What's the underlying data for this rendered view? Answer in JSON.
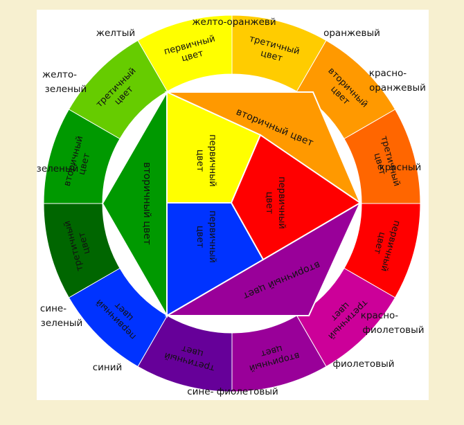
{
  "colors": {
    "yellow": "#ffff00",
    "yellow_orange": "#ffcc00",
    "orange": "#ff9900",
    "red_orange": "#ff6600",
    "red": "#ff0000",
    "red_violet": "#cc0099",
    "violet": "#990099",
    "blue_violet": "#660099",
    "blue": "#0033ff",
    "blue_green": "#006600",
    "green": "#009900",
    "yellow_green": "#66cc00",
    "secondary_orange": "#ff9900",
    "secondary_violet": "#990099",
    "secondary_green": "#009900",
    "primary_yellow": "#ffff00",
    "primary_red": "#ff0000",
    "primary_blue": "#0033ff"
  },
  "wheel": {
    "names": {
      "yellow": "желтый",
      "yellow_orange": "желто-оранжевй",
      "orange": "оранжевый",
      "red_orange_1": "красно-",
      "red_orange_2": "оранжевый",
      "red": "красный",
      "red_violet_1": "красно-",
      "red_violet_2": "фиолетовый",
      "violet": "фиолетовый",
      "blue_violet": "сине- фиолетовый",
      "blue": "синий",
      "blue_green_1": "сине-",
      "blue_green_2": "зеленый",
      "green": "зеленый",
      "yellow_green_1": "желто-",
      "yellow_green_2": "зеленый"
    },
    "segment_labels": {
      "primary_1": "первичный",
      "primary_2": "цвет",
      "secondary_1": "вторичный",
      "secondary_2": "цвет",
      "tertiary_1": "третичный",
      "tertiary_2": "цвет"
    }
  },
  "center": {
    "orange_triangle": "вторичный цвет",
    "violet_triangle": "вторичный цвет",
    "green_triangle": "вторичный цвет",
    "yellow_1": "первичный",
    "yellow_2": "цвет",
    "red_1": "первичный",
    "red_2": "цвет",
    "blue_1": "первичный",
    "blue_2": "цвет"
  }
}
